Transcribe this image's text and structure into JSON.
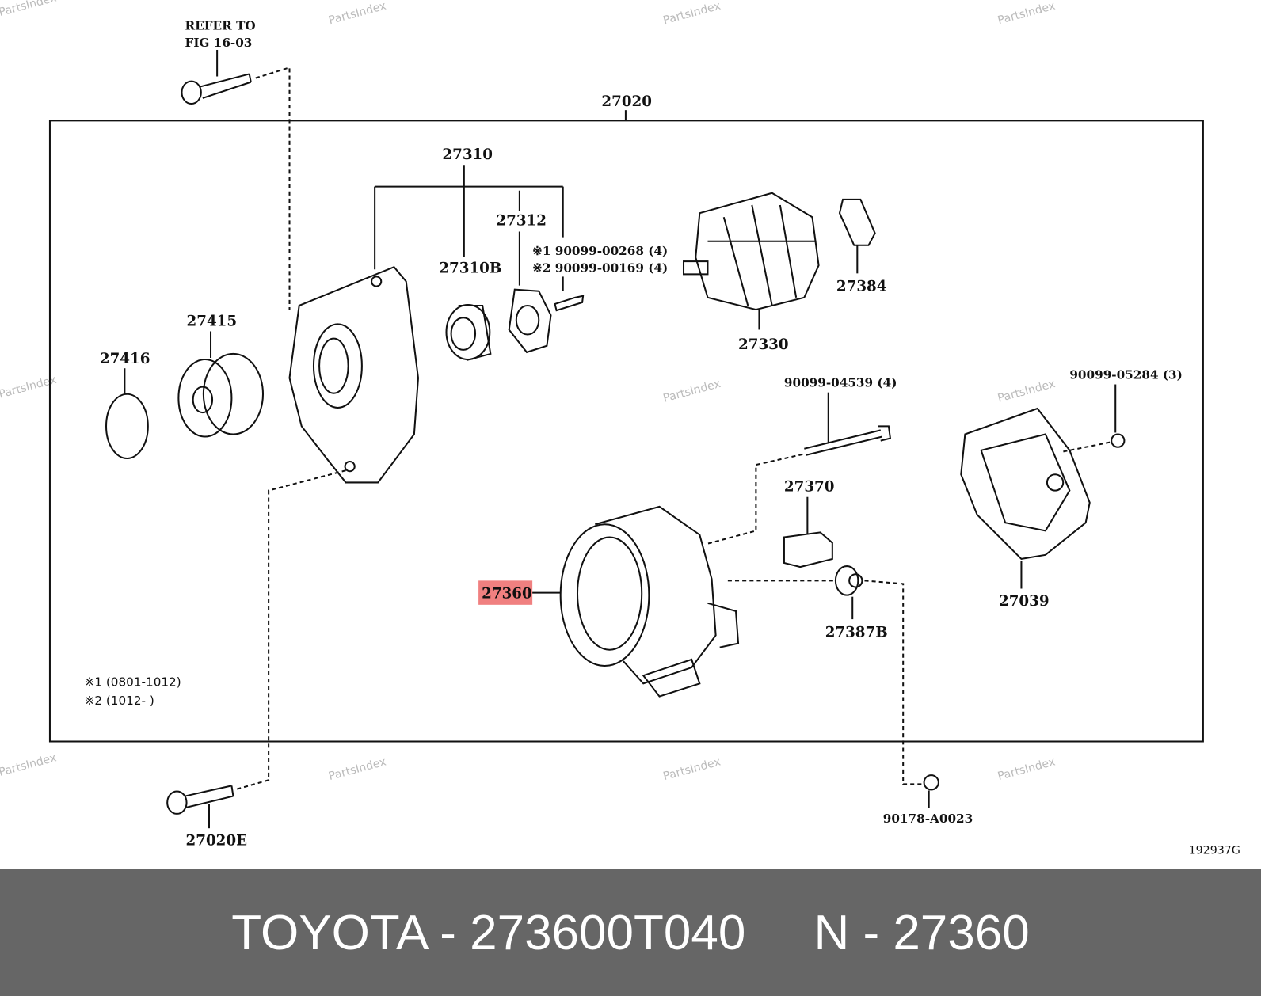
{
  "diagram": {
    "refer_line1": "REFER TO",
    "refer_line2": "FIG 16-03",
    "labels": {
      "p27020": "27020",
      "p27310": "27310",
      "p27312": "27312",
      "p27310B": "27310B",
      "note1_part": "※1 90099-00268 (4)",
      "note2_part": "※2 90099-00169 (4)",
      "p27384": "27384",
      "p27330": "27330",
      "p27415": "27415",
      "p27416": "27416",
      "p90099_04539": "90099-04539 (4)",
      "p90099_05284": "90099-05284 (3)",
      "p27370": "27370",
      "p27360": "27360",
      "p27387B": "27387B",
      "p27039": "27039",
      "p27020E": "27020E",
      "p90178": "90178-A0023"
    },
    "legend1": "※1 (0801-1012)",
    "legend2": "※2 (1012-       )",
    "figure_code": "192937G",
    "watermark": "PartsIndex",
    "highlight_color": "#f08080"
  },
  "footer": {
    "text": "TOYOTA - 273600T040     N - 27360"
  }
}
